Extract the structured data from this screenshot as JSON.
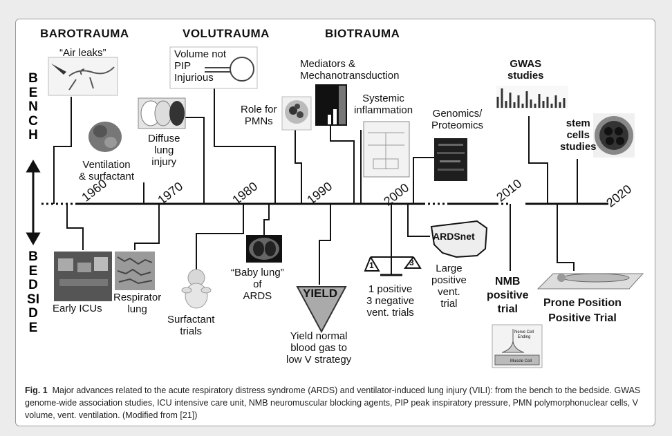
{
  "headers": {
    "barotrauma": "BAROTRAUMA",
    "volutrauma": "VOLUTRAUMA",
    "biotrauma": "BIOTRAUMA"
  },
  "side": {
    "top": "BENCH",
    "bottom": "BEDSIDE"
  },
  "years": [
    "1960",
    "1970",
    "1980",
    "1990",
    "2000",
    "2010",
    "2020"
  ],
  "bench": {
    "air_leaks": "“Air leaks”",
    "ventilation_surfactant": "Ventilation\n& surfactant",
    "diffuse_lung_injury": "Diffuse\nlung\ninjury",
    "volume_not_pip": "Volume not\nPIP\nInjurious",
    "role_pmns": "Role for\nPMNs",
    "mediators": "Mediators &\nMechanotransduction",
    "systemic_inflammation": "Systemic\ninflammation",
    "genomics": "Genomics/\nProteomics",
    "gwas": "GWAS\nstudies",
    "stem_cells": "stem\ncells\nstudies"
  },
  "bedside": {
    "early_icus": "Early ICUs",
    "respirator_lung": "Respirator\nlung",
    "surfactant_trials": "Surfactant\ntrials",
    "baby_lung": "“Baby lung”\nof\nARDS",
    "yield_sign": "YIELD",
    "yield_text": "Yield normal\nblood gas to\nlow V strategy",
    "one_positive": "1 positive\n3 negative\nvent. trials",
    "scale_left": "1",
    "scale_right": "3",
    "ardsnet": "ARDSnet",
    "large_positive": "Large\npositive\nvent.\ntrial",
    "nmb": "NMB\npositive\ntrial",
    "nerve_cell": "Nerve Cell\nEnding",
    "muscle_cell": "Muscle Cell",
    "prone": "Prone Position\nPositive Trial"
  },
  "caption": {
    "label": "Fig. 1",
    "text": "Major advances related to the acute respiratory distress syndrome (ARDS) and ventilator-induced lung injury (VILI): from the bench to the bedside. GWAS genome-wide association studies, ICU intensive care unit, NMB neuromuscular blocking agents, PIP peak inspiratory pressure, PMN polymorphonuclear cells, V volume, vent. ventilation. (Modified from [21])"
  }
}
